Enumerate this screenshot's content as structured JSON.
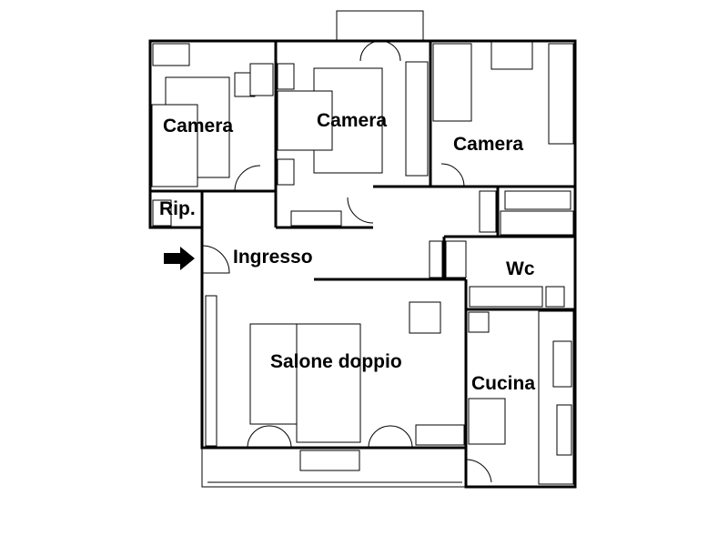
{
  "plan": {
    "rooms": {
      "camera_left": "Camera",
      "camera_middle": "Camera",
      "camera_right": "Camera",
      "ripostiglio": "Rip.",
      "ingresso": "Ingresso",
      "wc": "Wc",
      "salone": "Salone doppio",
      "cucina": "Cucina"
    },
    "entrance_icon": "arrow-right-icon"
  }
}
